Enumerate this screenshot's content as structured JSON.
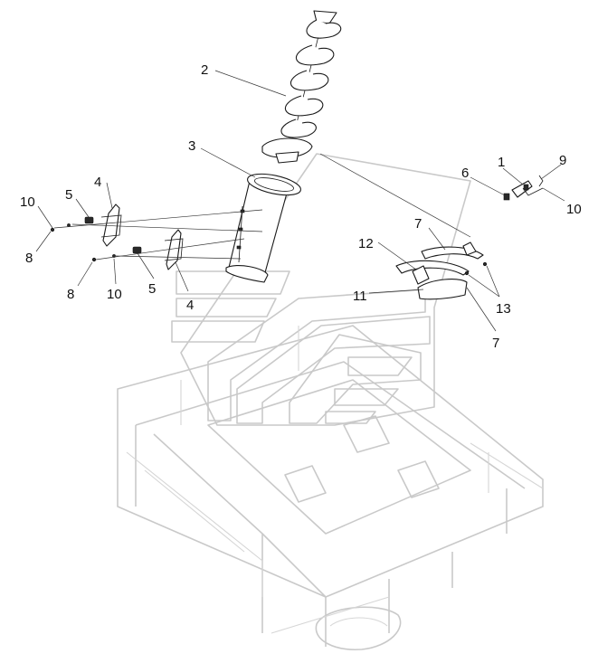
{
  "diagram": {
    "callouts": [
      {
        "id": "c2",
        "text": "2"
      },
      {
        "id": "c3",
        "text": "3"
      },
      {
        "id": "c4a",
        "text": "4"
      },
      {
        "id": "c5a",
        "text": "5"
      },
      {
        "id": "c10a",
        "text": "10"
      },
      {
        "id": "c8a",
        "text": "8"
      },
      {
        "id": "c8b",
        "text": "8"
      },
      {
        "id": "c10b",
        "text": "10"
      },
      {
        "id": "c5b",
        "text": "5"
      },
      {
        "id": "c4b",
        "text": "4"
      },
      {
        "id": "c6",
        "text": "6"
      },
      {
        "id": "c1",
        "text": "1"
      },
      {
        "id": "c9",
        "text": "9"
      },
      {
        "id": "c10c",
        "text": "10"
      },
      {
        "id": "c7a",
        "text": "7"
      },
      {
        "id": "c12",
        "text": "12"
      },
      {
        "id": "c11",
        "text": "11"
      },
      {
        "id": "c13",
        "text": "13"
      },
      {
        "id": "c7b",
        "text": "7"
      }
    ]
  }
}
